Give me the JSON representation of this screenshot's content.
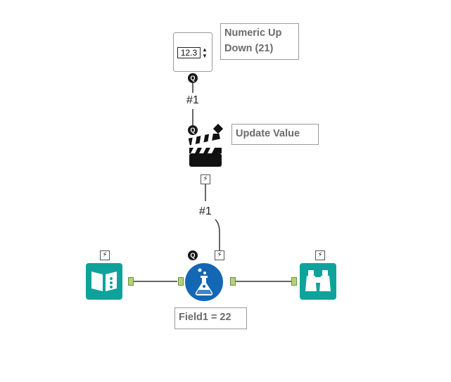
{
  "numeric_updown": {
    "value": "12.3",
    "annotation": "Numeric Up Down (21)",
    "q_badge": "Q"
  },
  "update_value": {
    "annotation": "Update Value",
    "q_badge": "Q"
  },
  "connections": {
    "top_label": "#1",
    "middle_label": "#1"
  },
  "formula": {
    "annotation": "Field1 = 22",
    "q_badge": "Q"
  },
  "icons": {
    "input": "book-input-icon",
    "formula": "flask-formula-icon",
    "browse": "binoculars-browse-icon",
    "clapper": "clapperboard-icon",
    "bolt": "lightning-bolt-icon"
  },
  "colors": {
    "teal": "#0ea39a",
    "blue": "#1467b3",
    "anchor": "#b2d27a"
  }
}
